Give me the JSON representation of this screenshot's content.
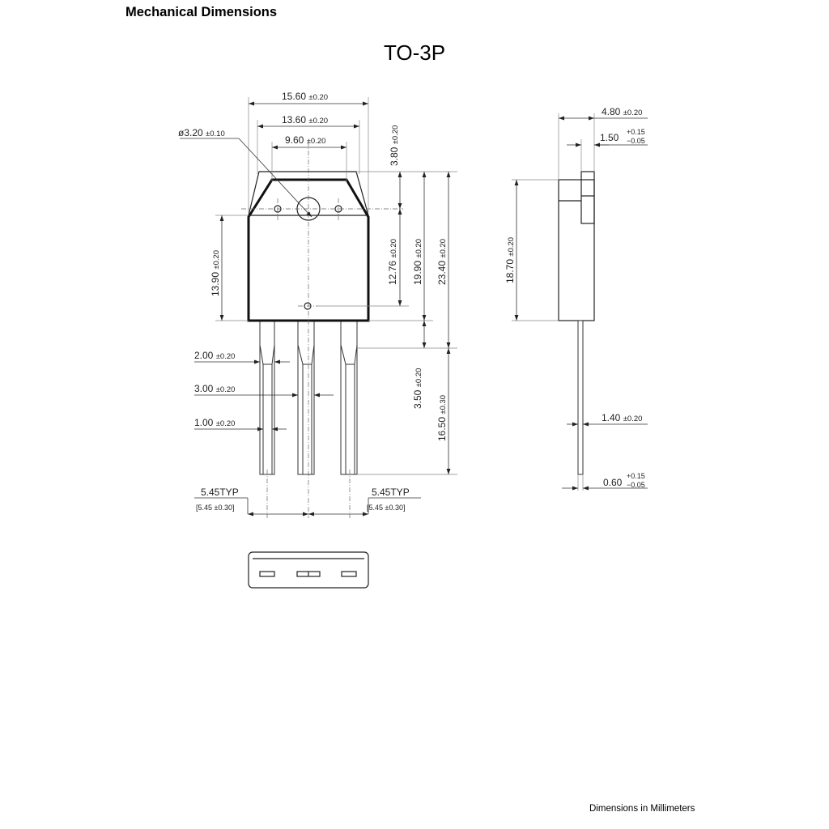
{
  "header": {
    "title": "Mechanical Dimensions",
    "package_name": "TO-3P"
  },
  "footer": {
    "note": "Dimensions in Millimeters"
  },
  "dimensions": {
    "width_overall": {
      "value": "15.60",
      "tol": "±0.20"
    },
    "width_tab": {
      "value": "13.60",
      "tol": "±0.20"
    },
    "width_inner": {
      "value": "9.60",
      "tol": "±0.20"
    },
    "hole_diameter": {
      "value": "ø3.20",
      "tol": "±0.10"
    },
    "hole_offset": {
      "value": "3.80",
      "tol": "±0.20"
    },
    "height_12_76": {
      "value": "12.76",
      "tol": "±0.20"
    },
    "height_19_90": {
      "value": "19.90",
      "tol": "±0.20"
    },
    "height_23_40": {
      "value": "23.40",
      "tol": "±0.20"
    },
    "height_13_90": {
      "value": "13.90",
      "tol": "±0.20"
    },
    "lead_shoulder": {
      "value": "2.00",
      "tol": "±0.20"
    },
    "lead_center": {
      "value": "3.00",
      "tol": "±0.20"
    },
    "lead_width": {
      "value": "1.00",
      "tol": "±0.20"
    },
    "lead_3_50": {
      "value": "3.50",
      "tol": "±0.20"
    },
    "lead_16_50": {
      "value": "16.50",
      "tol": "±0.30"
    },
    "pitch_left": {
      "typ": "5.45TYP",
      "range": "[5.45 ±0.30]"
    },
    "pitch_right": {
      "typ": "5.45TYP",
      "range": "[5.45 ±0.30]"
    },
    "side_thickness": {
      "value": "4.80",
      "tol": "±0.20"
    },
    "side_tab": {
      "value": "1.50",
      "tol_plus": "+0.15",
      "tol_minus": "−0.05"
    },
    "side_height": {
      "value": "18.70",
      "tol": "±0.20"
    },
    "side_lead_width": {
      "value": "1.40",
      "tol": "±0.20"
    },
    "side_lead_thick": {
      "value": "0.60",
      "tol_plus": "+0.15",
      "tol_minus": "−0.05"
    }
  }
}
